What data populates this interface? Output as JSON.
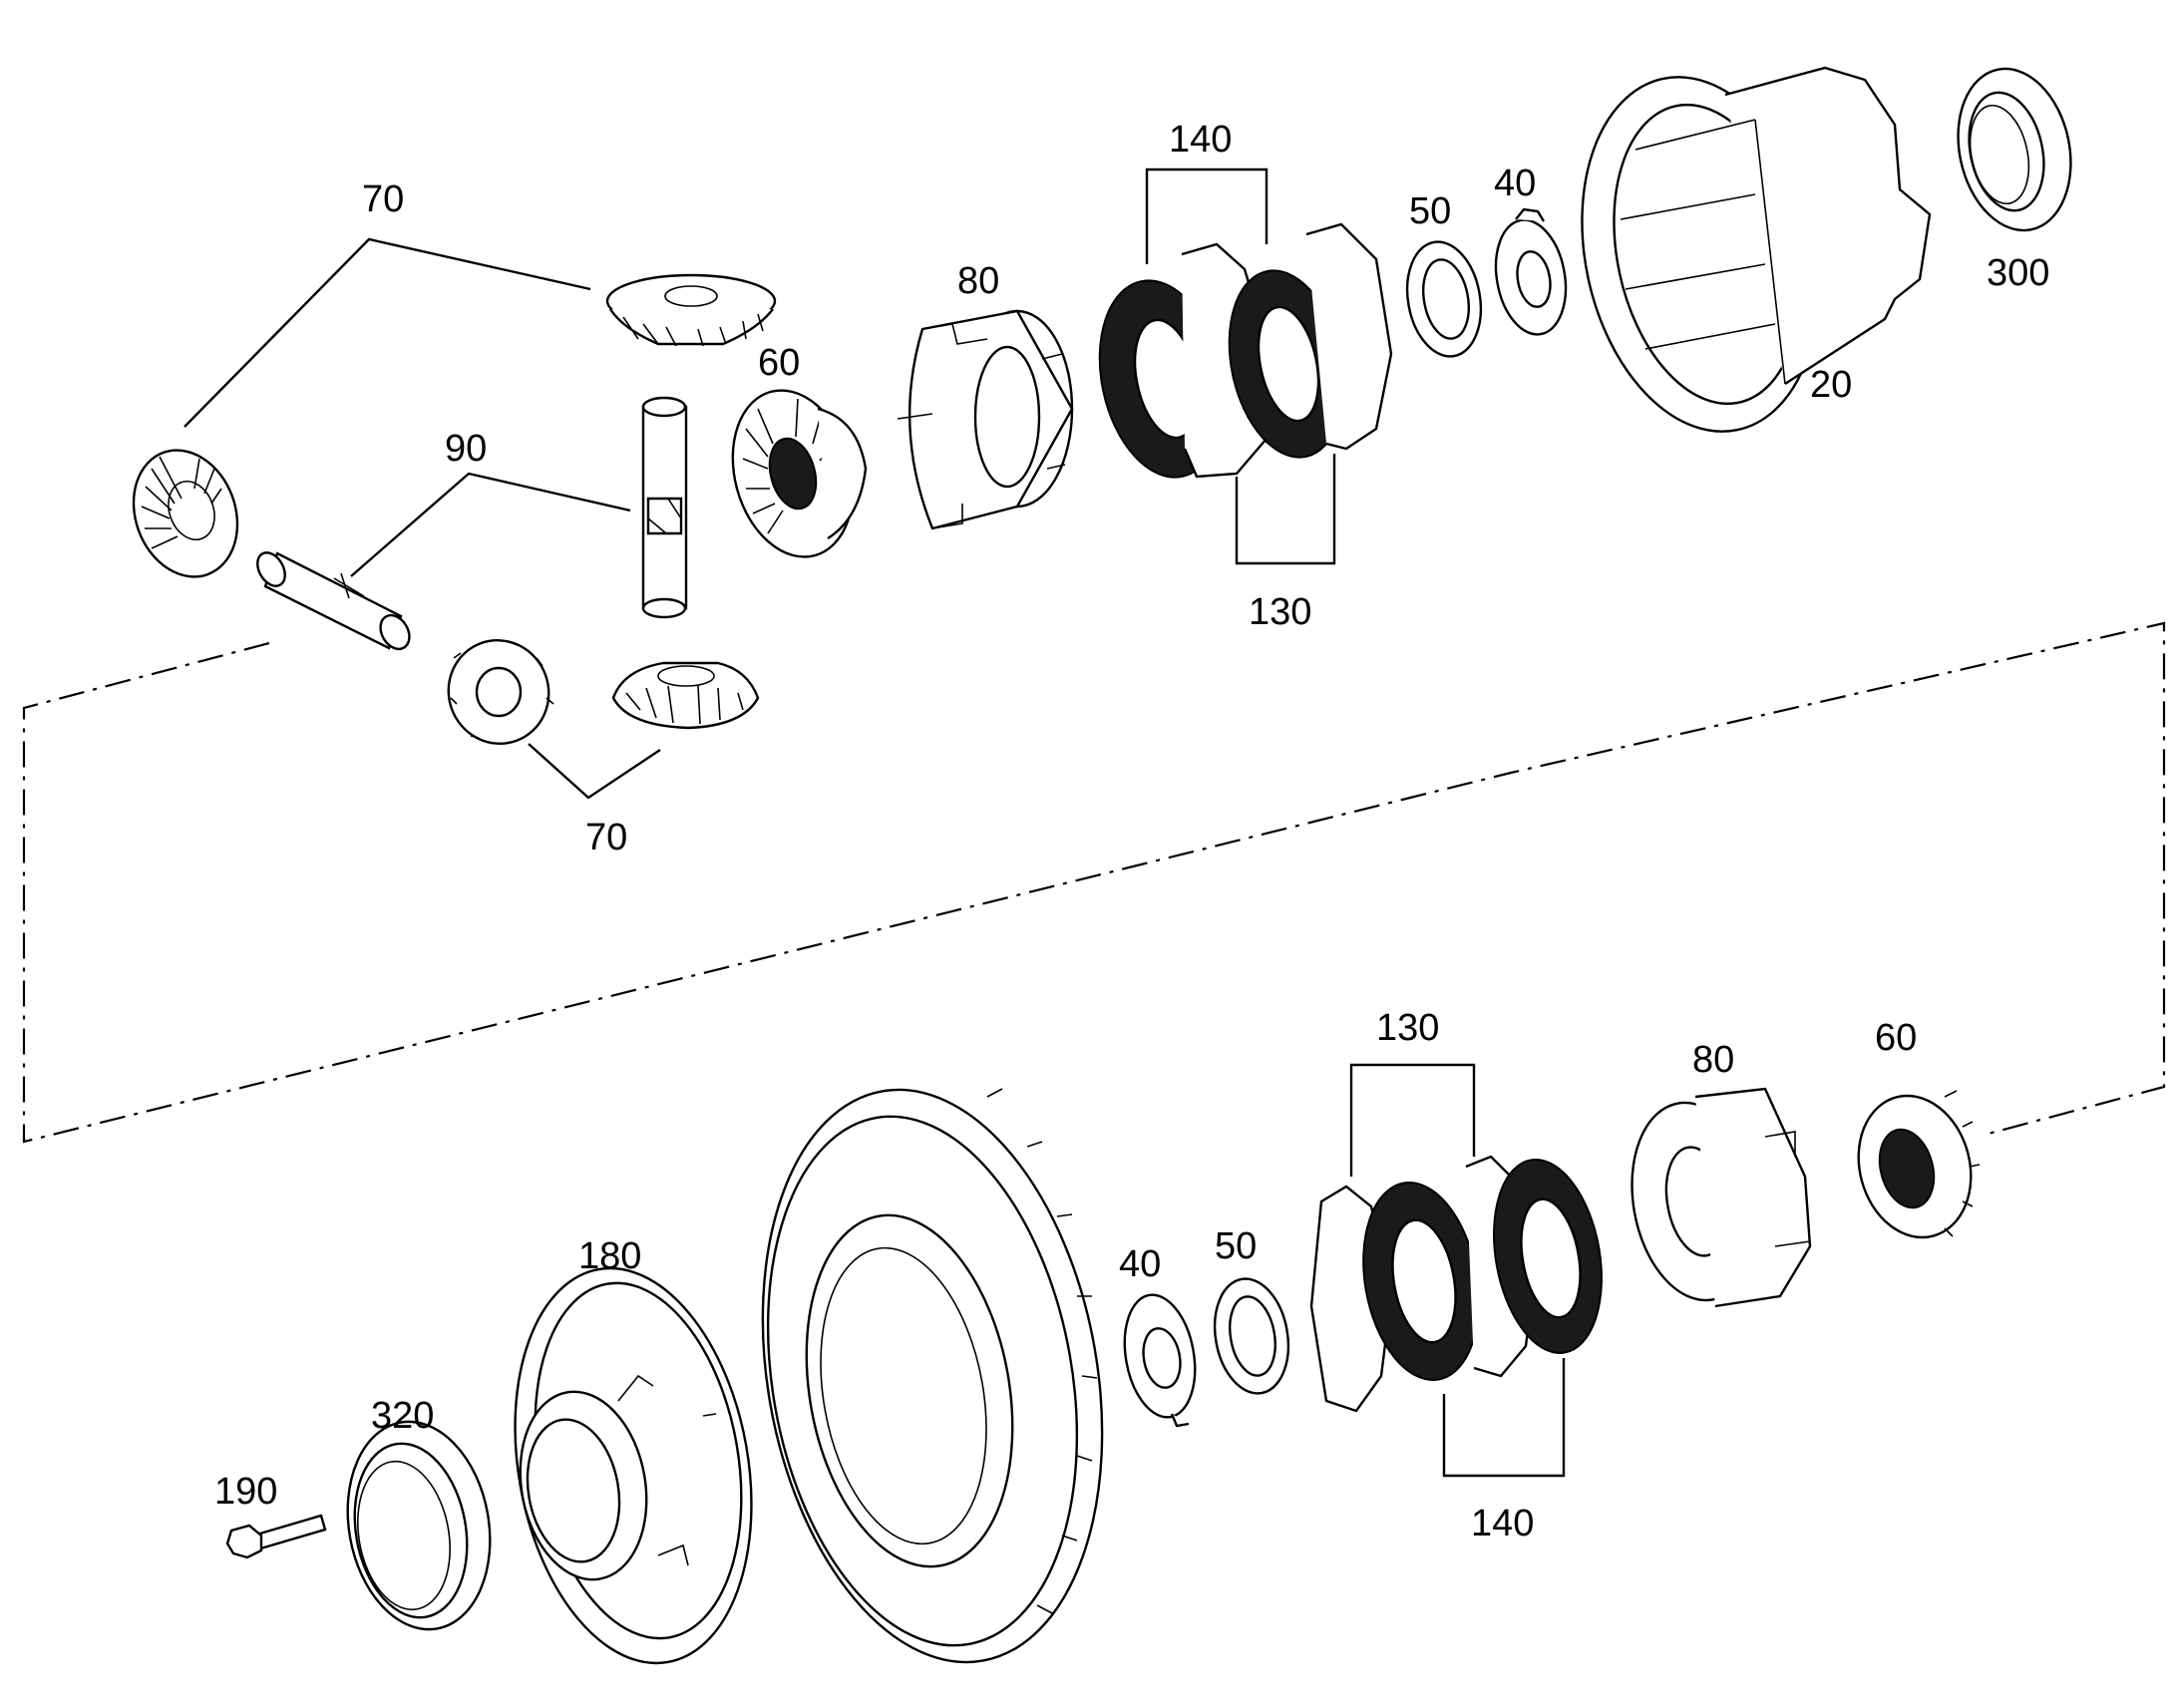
{
  "diagram": {
    "callouts": {
      "c70a": "70",
      "c70b": "70",
      "c90": "90",
      "c60a": "60",
      "c80a": "80",
      "c140a": "140",
      "c130a": "130",
      "c50a": "50",
      "c40a": "40",
      "c20": "20",
      "c300": "300",
      "c130b": "130",
      "c80b": "80",
      "c60b": "60",
      "c40b": "40",
      "c50b": "50",
      "c140b": "140",
      "c180": "180",
      "c320": "320",
      "c190": "190"
    }
  }
}
